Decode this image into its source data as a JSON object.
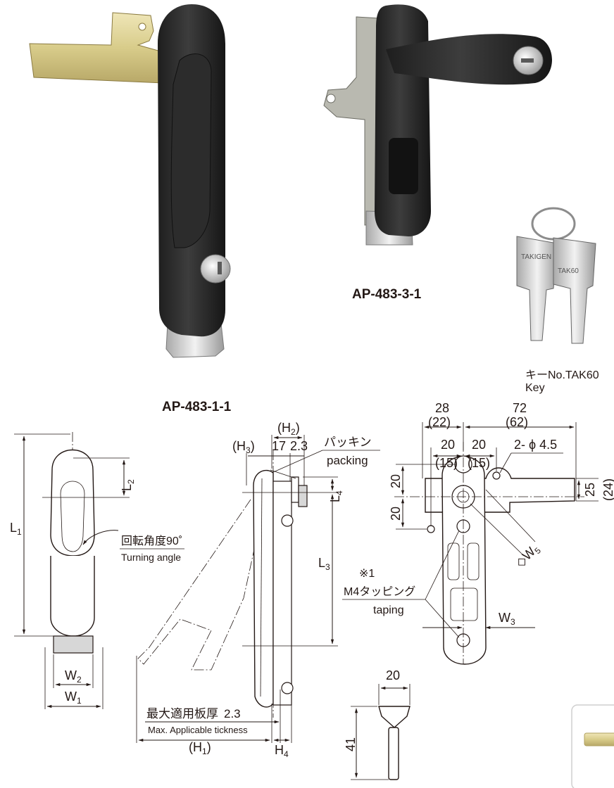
{
  "photos": {
    "model_left": "AP-483-1-1",
    "model_right": "AP-483-3-1",
    "key_caption_jp": "キーNo.TAK60",
    "key_caption_en": "Key",
    "key_stamp_1": "TAKIGEN",
    "key_stamp_2": "TAK60"
  },
  "front_view": {
    "L1": "L",
    "L1_sub": "1",
    "L2": "L",
    "L2_sub": "2",
    "W1": "W",
    "W1_sub": "1",
    "W2": "W",
    "W2_sub": "2",
    "turning_jp": "回転角度90˚",
    "turning_en": "Turning angle"
  },
  "side_view": {
    "H2": "(H",
    "H2_sub": "2",
    "H2_close": ")",
    "H3": "(H",
    "H3_sub": "3",
    "H3_close": ")",
    "d17": "17",
    "d23": "2.3",
    "packing_jp": "パッキン",
    "packing_en": "packing",
    "L4": "L",
    "L4_sub": "4",
    "L3": "L",
    "L3_sub": "3",
    "max_jp": "最大適用板厚",
    "max_val": "2.3",
    "max_en": "Max. Applicable tickness",
    "H1": "(H",
    "H1_sub": "1",
    "H1_close": ")",
    "H4": "H",
    "H4_sub": "4"
  },
  "back_view": {
    "d28": "28",
    "d22": "(22)",
    "d72": "72",
    "d62": "(62)",
    "d20a": "20",
    "d15a": "(15)",
    "d20b": "20",
    "d15b": "(15)",
    "holes": "2- ϕ 4.5",
    "v20a": "20",
    "v20b": "20",
    "v25": "25",
    "v24": "(24)",
    "W5": "◇W",
    "W5_sub": "5",
    "note_mark": "※1",
    "tap_jp": "M4タッピング",
    "tap_en": "taping",
    "W3": "W",
    "W3_sub": "3"
  },
  "key_drawing": {
    "d20": "20",
    "d41": "41"
  }
}
